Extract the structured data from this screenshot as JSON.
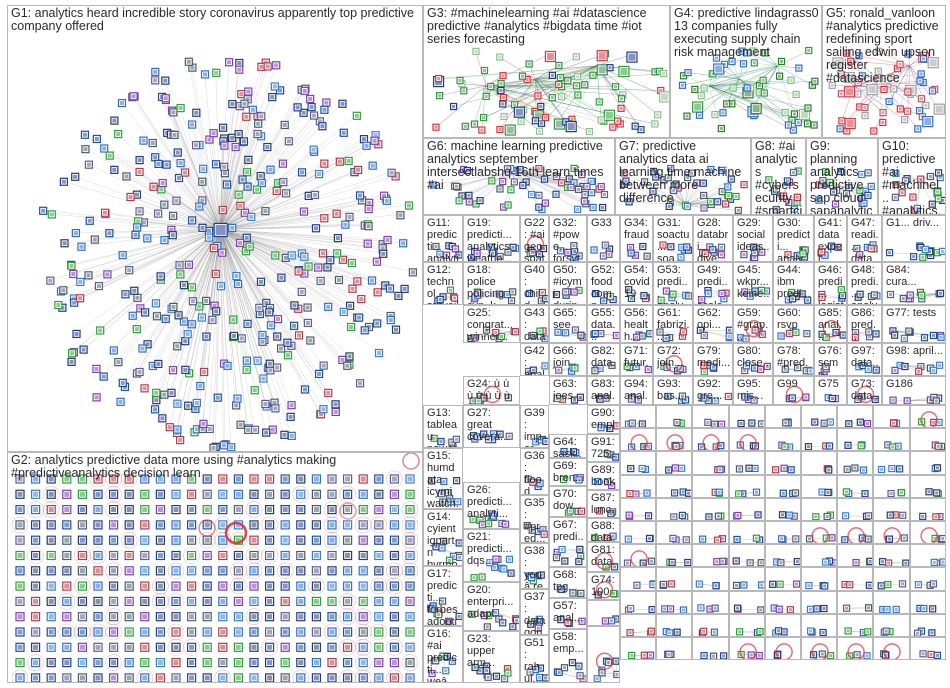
{
  "groups": [
    {
      "id": "g1",
      "label": "G1: analytics heard incredible story coronavirus apparently top predictive company offered",
      "big": true
    },
    {
      "id": "g2",
      "label": "G2: analytics predictive data more using #analytics making #predictiveanalytics decision learn",
      "big": true
    },
    {
      "id": "g3",
      "label": "G3: #machinelearning #ai #datascience predictive #analytics #bigdata time #iot series forecasting",
      "big": true
    },
    {
      "id": "g4",
      "label": "G4: predictive lindagrass0 13 companies fully executing supply chain risk management",
      "big": true
    },
    {
      "id": "g5",
      "label": "G5: ronald_vanloon #analytics predictive redefining sport sailing edwin upson register #datascience",
      "big": true
    },
    {
      "id": "g6",
      "label": "G6: machine learning predictive analytics september intersectlabshq 16th learn times #ai",
      "big": true
    },
    {
      "id": "g7",
      "label": "G7: predictive analytics data ai learning time machine between more difference",
      "big": true
    },
    {
      "id": "g8",
      "label": "G8: #ai analytics #cybersecurity #smartcities #machinelear...",
      "big": true
    },
    {
      "id": "g9",
      "label": "G9: planning analytics predictive sap cloud sapanalytic...",
      "big": true
    },
    {
      "id": "g10",
      "label": "G10: predictive #ai #machinel... #analytics...",
      "big": true
    },
    {
      "id": "g11",
      "label": "G11: predicti... analytics data intellige... #ai"
    },
    {
      "id": "g19",
      "label": "G19: predicti... analytics weathe..."
    },
    {
      "id": "g22",
      "label": "G22: #ai geospat... 95m..."
    },
    {
      "id": "g32",
      "label": "G32: #powe... forsyth..."
    },
    {
      "id": "g33",
      "label": "G33"
    },
    {
      "id": "g34",
      "label": "G34: fraud"
    },
    {
      "id": "g31",
      "label": "G31: soactu... soa..."
    },
    {
      "id": "g28",
      "label": "G28: databri... dive..."
    },
    {
      "id": "g29",
      "label": "G29: social ideas..."
    },
    {
      "id": "g30",
      "label": "G30: predicti... analy..."
    },
    {
      "id": "g41",
      "label": "G41: data exper..."
    },
    {
      "id": "g18",
      "label": "G18: police policing cyn_k..."
    },
    {
      "id": "g40",
      "label": "G40: child prote..."
    },
    {
      "id": "g50",
      "label": "G50: #icymi durin..."
    },
    {
      "id": "g52",
      "label": "G52: food comp..."
    },
    {
      "id": "g54",
      "label": "G54: covid 19"
    },
    {
      "id": "g53",
      "label": "G53: predi... analy..."
    },
    {
      "id": "g49",
      "label": "G49: predi... scale..."
    },
    {
      "id": "g45",
      "label": "G45: wkpr... keine..."
    },
    {
      "id": "g44",
      "label": "G44: ibm predi..."
    },
    {
      "id": "g46",
      "label": "G46: predi... logist..."
    },
    {
      "id": "g48",
      "label": "G48: predi... analy..."
    },
    {
      "id": "g47",
      "label": "G47: readi... data"
    },
    {
      "id": "g12",
      "label": "G12: technol... surveill... predicti... analytic..."
    },
    {
      "id": "g25",
      "label": "G25: congrat... winner..."
    },
    {
      "id": "g43",
      "label": "G43: data count..."
    },
    {
      "id": "g65",
      "label": "G65: see"
    },
    {
      "id": "g55",
      "label": "G55: data..."
    },
    {
      "id": "g56",
      "label": "G56: health..."
    },
    {
      "id": "g61",
      "label": "G61: fabrizi..."
    },
    {
      "id": "g62",
      "label": "G62: opi..."
    },
    {
      "id": "g59",
      "label": "G59: #grap..."
    },
    {
      "id": "g60",
      "label": "G60: rsvp"
    },
    {
      "id": "g85",
      "label": "G85: anal..."
    },
    {
      "id": "g86",
      "label": "G86: pred..."
    },
    {
      "id": "g84",
      "label": "G84: cura..."
    },
    {
      "id": "g42",
      "label": "G42: analy..."
    },
    {
      "id": "g66",
      "label": "G66: join..."
    },
    {
      "id": "g82",
      "label": "G82: data..."
    },
    {
      "id": "g71",
      "label": "G71: futur..."
    },
    {
      "id": "g72",
      "label": "G72: join..."
    },
    {
      "id": "g79",
      "label": "G79: medi..."
    },
    {
      "id": "g80",
      "label": "G80: close..."
    },
    {
      "id": "g78",
      "label": "G78: #pred..."
    },
    {
      "id": "g76",
      "label": "G76: scmp..."
    },
    {
      "id": "g77",
      "label": "G77: tests"
    },
    {
      "id": "g1x",
      "label": "G1... driv..."
    },
    {
      "id": "g13",
      "label": "G13: tableau powerful analytic..."
    },
    {
      "id": "g24",
      "label": "G24: ù ù ù ù ù ù ù ù..."
    },
    {
      "id": "g63",
      "label": "G63: joes..."
    },
    {
      "id": "g83",
      "label": "G83: anal..."
    },
    {
      "id": "g39",
      "label": "G39: impor... guida..."
    },
    {
      "id": "g90",
      "label": "G90: empl..."
    },
    {
      "id": "g15",
      "label": "G15: humdata icymi watch..."
    },
    {
      "id": "g27",
      "label": "G27: great covera..."
    },
    {
      "id": "g36",
      "label": "G36: flood cgi..."
    },
    {
      "id": "g64",
      "label": "G64: sask..."
    },
    {
      "id": "g91",
      "label": "G91: 725..."
    },
    {
      "id": "g69",
      "label": "G69: bren..."
    },
    {
      "id": "g89",
      "label": "G89: book..."
    },
    {
      "id": "g14",
      "label": "G14: cyient igpartn bvrmoh..."
    },
    {
      "id": "g26",
      "label": "G26: predicti... analyti..."
    },
    {
      "id": "g35",
      "label": "G35: #pred... qyma..."
    },
    {
      "id": "g70",
      "label": "G70: dow..."
    },
    {
      "id": "g87",
      "label": "G87: lunc..."
    },
    {
      "id": "g88",
      "label": "G88: data..."
    },
    {
      "id": "g21",
      "label": "G21: predicti... dqs..."
    },
    {
      "id": "g67",
      "label": "G67: predi..."
    },
    {
      "id": "g38",
      "label": "G38: youâ re"
    },
    {
      "id": "g17",
      "label": "G17: predicti... forbes adoptio..."
    },
    {
      "id": "g20",
      "label": "G20: enterpri... adapt..."
    },
    {
      "id": "g68",
      "label": "G68: tpg..."
    },
    {
      "id": "g81",
      "label": "G81: data..."
    },
    {
      "id": "g74",
      "label": "G74: 100"
    },
    {
      "id": "g37",
      "label": "G37: data gone..."
    },
    {
      "id": "g57",
      "label": "G57: anal..."
    },
    {
      "id": "g75",
      "label": "G75"
    },
    {
      "id": "g16",
      "label": "G16: #ai predicti... weâ analytic..."
    },
    {
      "id": "g23",
      "label": "G23: upper arm..."
    },
    {
      "id": "g51",
      "label": "G51: rahul..."
    },
    {
      "id": "g58",
      "label": "G58: emp..."
    },
    {
      "id": "g73",
      "label": "G73: data..."
    },
    {
      "id": "g99",
      "label": "G99"
    },
    {
      "id": "g94",
      "label": "G94: anal..."
    },
    {
      "id": "g93",
      "label": "G93: bas..."
    },
    {
      "id": "g92",
      "label": "G92: gre..."
    },
    {
      "id": "g95",
      "label": "G95: mis..."
    },
    {
      "id": "g98",
      "label": "G98: april..."
    },
    {
      "id": "g97",
      "label": "G97: data..."
    },
    {
      "id": "g186",
      "label": "G186"
    }
  ],
  "colors": {
    "edge": "#8c8c8c",
    "border": "#b8b8b8",
    "node_outline": "#1f3a8a",
    "highlight": "#e0303a",
    "green": "#2e9e3a",
    "purple": "#7a3fb0",
    "blue": "#2f6bd1"
  }
}
